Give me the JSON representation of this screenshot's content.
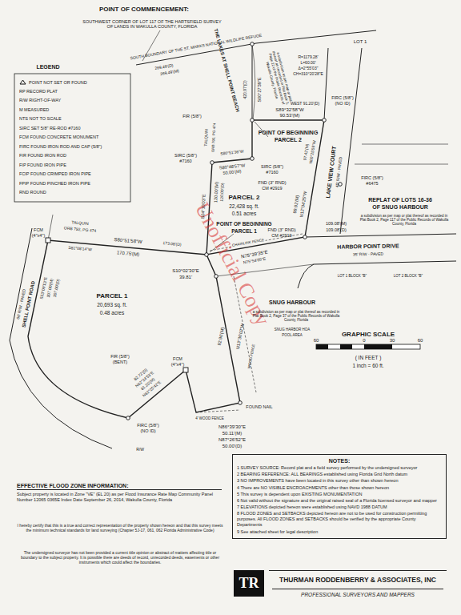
{
  "diagram": {
    "nodes": [
      {
        "text": [
          "TR"
        ]
      },
      {
        "text": [
          "THURMAN RODDENBERRY & ASSOCIATES, INC",
          "PROFESSIONAL SURVEYORS AND MAPPERS"
        ]
      },
      {
        "text": [
          "NOTES:",
          "1 SURVEY SOURCE: Record plat and a field survey performed by the undersigned surveyor",
          "2 BEARING REFERENCE: ALL BEARINGS established using Florida Grid North datum",
          "3 NO IMPROVEMENTS have been located in this survey other than shown hereon",
          "4 There are NO VISIBLE ENCROACHMENTS other than those shown hereon",
          "5 This survey is dependent upon EXISTING MONUMENTATION",
          "6 Not valid without the signature and the original raised seal of a Florida licensed surveyor and mapper",
          "7 ELEVATIONS depicted hereon were established using NAVD 1988 DATUM",
          "8 FLOOD ZONES and SETBACKS depicted hereon are not to be used for construction permitting purposes. All FLOOD ZONES and SETBACKS should be verified by the appropriate County Departments",
          "9 See attached sheet for legal description"
        ]
      },
      {
        "text": [
          "EFFECTIVE FLOOD ZONE INFORMATION:",
          "Subject property is located in Zone \"VE\" (EL 20) as per Flood Insurance Rate Map Community Panel Number 12065 0365E Index Date September 26, 2014, Wakulla County, Florida"
        ]
      }
    ],
    "labels": [
      "POINT OF COMMENCEMENT:",
      "SOUTHWEST CORNER OF LOT 117 OF THE HARTSFIELD SURVEY OF LANDS IN WAKULLA COUNTY, FLORIDA",
      "SOUTH BOUNDARY OF THE ST. MARKS NATIONAL WILDLIFE REFUGE",
      "269.49'(D)",
      "269.49'(M)",
      "LOT 1",
      "R=1179.28'",
      "L=60.00'",
      "Δ=2°55'03\"",
      "CH=310°20'28\"E",
      "THE LAKES AT SHELL POINT BEACH",
      "a subdivision as per map or plat thereof as recorded in Plat Book 3, Page 22 of the Public Records of Wakulla County, Florida",
      "S00°27'39\"E",
      "420.97'(D)",
      "FIRC (5/8\")",
      "(NO ID)",
      "WEST 91.20'(D)",
      "S89°32'58\"W",
      "90.53'(M)",
      "POINT OF BEGINNING",
      "PARCEL 2",
      "LAKE VIEW COURT",
      "40' R/W - PAVED",
      "N00°25'59\"W",
      "97.42'(M)",
      "N12°04'25\"W",
      "99.92'(M)",
      "FIRC (5/8\")",
      "#6475",
      "REPLAT OF LOTS 16-36",
      "OF SNUG HARBOUR",
      "a subdivision as per map or plat thereof as recorded in Plat Book 2, Page 117 of the Public Records of Wakulla County, Florida",
      "LOT 1 BLOCK \"B\"",
      "LOT 2 BLOCK \"B\"",
      "HARBOR POINT DRIVE",
      "35' R/W - PAVED",
      "109.08'(M)",
      "109.08'(D)",
      "FND (3\" RND)",
      "CM #2919",
      "FND (3\" RND)",
      "CM #2919",
      "FIR (5/8\")",
      "TALQUIN",
      "ORB 792, PG 474",
      "SIRC (5/8\")",
      "#7160",
      "S80°51'36\"W",
      "S80°48'57\"W",
      "50.00'(M)",
      "S04°10'03\"E",
      "120.00'(M)",
      "120.00'(D)",
      "SIRC (5/8\")",
      "#7160",
      "PARCEL 2",
      "22,428 sq. ft.",
      "0.51 acres",
      "POINT OF BEGINNING",
      "PARCEL 1",
      "S80°51'58\"W",
      "170.75'(M)",
      "173.08'(D)",
      "S81°08'14\"W",
      "FCM",
      "(4\"x4\")",
      "TALQUIN",
      "ORB 792, PG 474",
      "S10°02'30\"E",
      "39.81'",
      "N75°39'35\"E",
      "N75°54'05\"E",
      "CHAINLINK FENCE",
      "PARCEL 1",
      "20,693 sq. ft.",
      "0.48 acres",
      "N13°36'02\"W",
      "92.96'(M)",
      "WOOD FENCE",
      "SNUG HARBOUR",
      "a subdivision as per map or plat thereof as recorded in Plat Book 2, Page 37 of the Public Records of Wakulla County, Florida",
      "SNUG HARBOR HOA",
      "POOL AREA",
      "GRAPHIC SCALE",
      "60",
      "0",
      "30",
      "60",
      "( IN FEET )",
      "1 inch = 60  ft.",
      "82.72'(D)",
      "N62°24'53\"E",
      "81.20'(M)",
      "N62°25'42\"E",
      "FIR (5/8\")",
      "(BENT)",
      "FCM",
      "(4\"x4\")",
      "4' WOOD FENCE",
      "FOUND NAIL",
      "N86°39'30\"E",
      "50.11'(M)",
      "N87°26'52\"E",
      "50.00'(D)",
      "FIRC (5/8\")",
      "(NO ID)",
      "R/W",
      "SHELL POINT ROAD",
      "66' R/W - PAVED",
      "S13°09'13\"E",
      "107.00'(M)",
      "107.00'(D)",
      "Unofficial Copy",
      "LEGEND",
      "I hereby certify that this is a true and correct representation of the property shown hereon and that this survey meets the minimum technical standards for land surveying (Chapter 5J-17, 061, 062 Florida Administrative Code)",
      "The undersigned surveyor has not been provided a current title opinion or abstract of matters affecting title or boundary to the subject property. It is possible there are deeds of record, unrecorded deeds, easements or other instruments which could affect the boundaries."
    ],
    "legend": [
      {
        "text": "POINT NOT SET OR FOUND"
      },
      {
        "text": "RP RECORD PLAT"
      },
      {
        "text": "R/W RIGHT-OF-WAY"
      },
      {
        "text": "M MEASURED"
      },
      {
        "text": "NTS NOT TO SCALE"
      },
      {
        "text": "SIRC SET 5/8\" RE-ROD #7160"
      },
      {
        "text": "FCM FOUND CONCRETE MONUMENT"
      },
      {
        "text": "FIRC FOUND IRON ROD AND CAP (5/8\")"
      },
      {
        "text": "FIR FOUND IRON ROD"
      },
      {
        "text": "FIP FOUND IRON PIPE"
      },
      {
        "text": "FCIP FOUND CRIMPED IRON PIPE"
      },
      {
        "text": "FPIP FOUND PINCHED IRON PIPE"
      },
      {
        "text": "RND ROUND"
      }
    ]
  }
}
